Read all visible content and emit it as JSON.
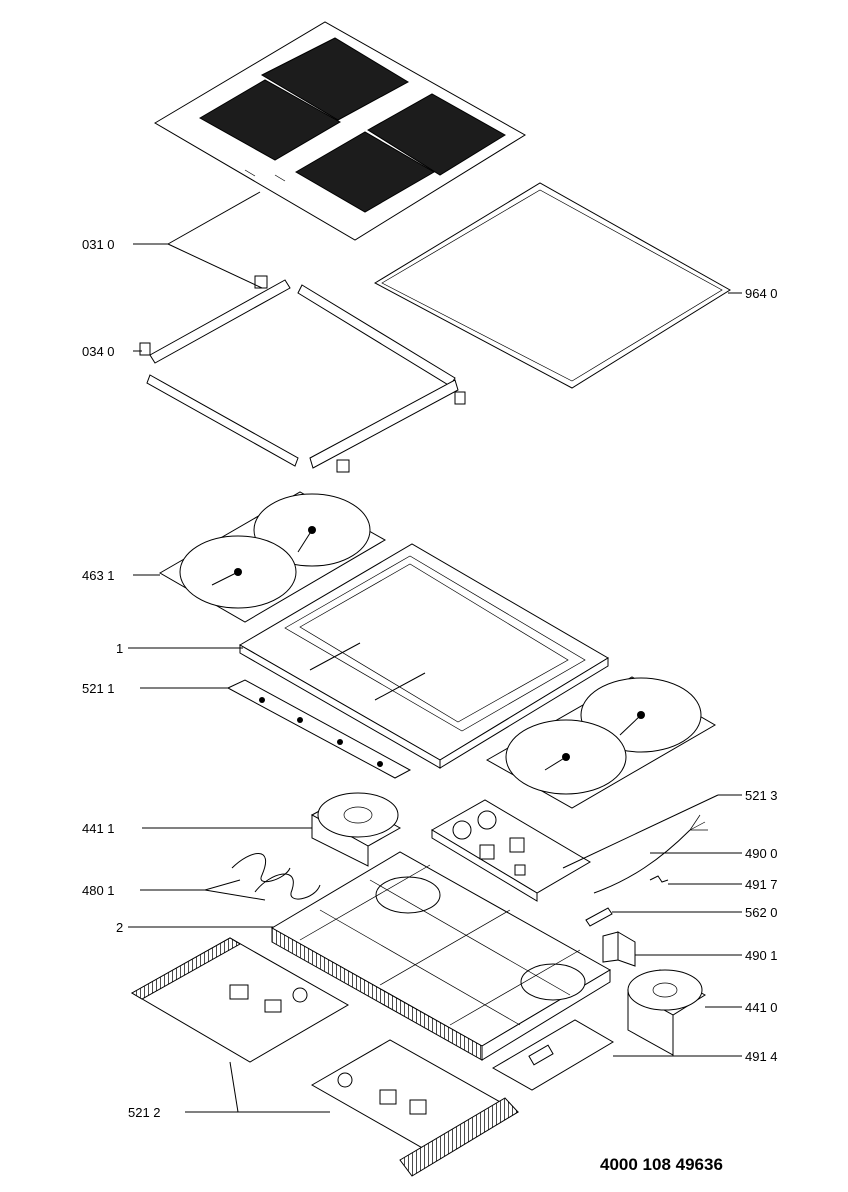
{
  "document_number": "4000 108 49636",
  "callouts": {
    "c0310": "031 0",
    "c9640": "964 0",
    "c0340": "034 0",
    "c4631": "463 1",
    "c1": "1",
    "c5211": "521 1",
    "c5213": "521 3",
    "c4411": "441 1",
    "c4900": "490 0",
    "c4801": "480 1",
    "c4917": "491 7",
    "c5620": "562 0",
    "c2": "2",
    "c4901": "490 1",
    "c4410": "441 0",
    "c4914": "491 4",
    "c5212": "521 2"
  }
}
